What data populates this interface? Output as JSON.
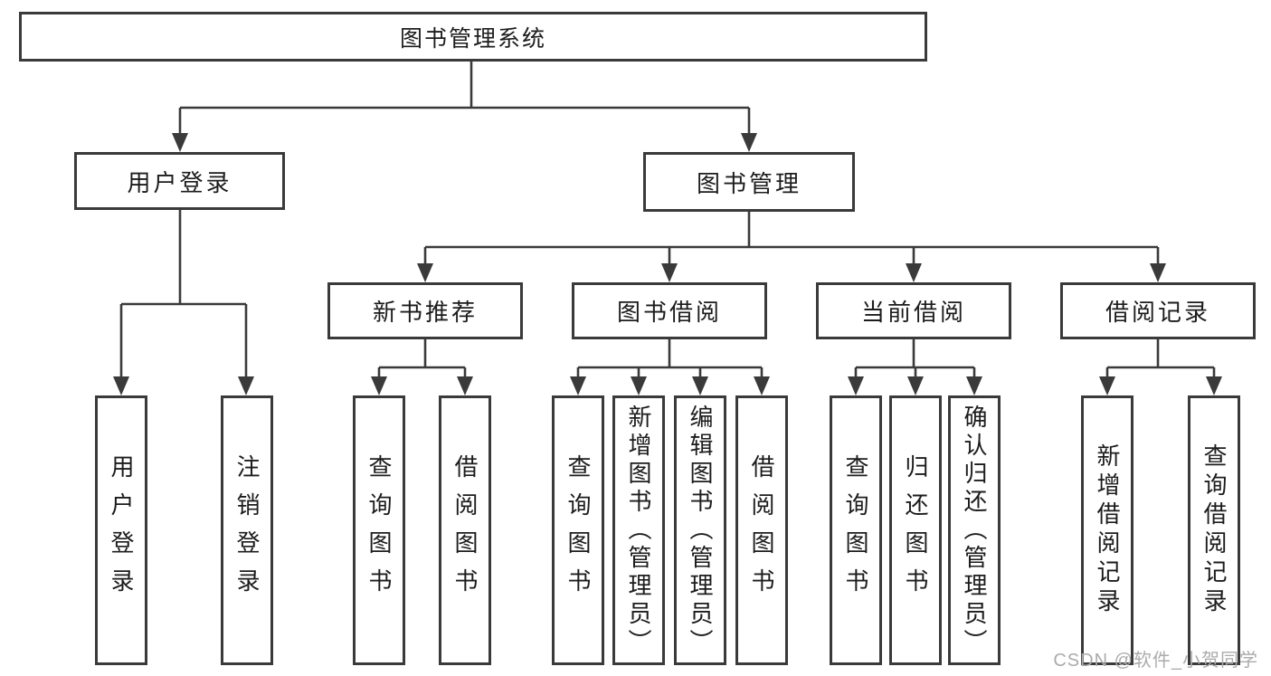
{
  "colors": {
    "line": "#3a3a3a",
    "box_border": "#3a3a3a",
    "text": "#1c1c1c",
    "watermark": "#ababab",
    "background": "#ffffff"
  },
  "diagram": {
    "root": {
      "label": "图书管理系统"
    },
    "branches": {
      "user_login": {
        "label": "用户登录",
        "children": {
          "login": "用户登录",
          "logout": "注销登录"
        }
      },
      "book_management": {
        "label": "图书管理",
        "children": {
          "new_book_recommend": {
            "label": "新书推荐",
            "children": {
              "query": "查询图书",
              "borrow": "借阅图书"
            }
          },
          "book_borrow": {
            "label": "图书借阅",
            "children": {
              "query": "查询图书",
              "add": "新增图书（管理员）",
              "edit": "编辑图书（管理员）",
              "borrow": "借阅图书"
            }
          },
          "current_borrow": {
            "label": "当前借阅",
            "children": {
              "query": "查询图书",
              "return": "归还图书",
              "confirm": "确认归还（管理员）"
            }
          },
          "borrow_records": {
            "label": "借阅记录",
            "children": {
              "add": "新增借阅记录",
              "query": "查询借阅记录"
            }
          }
        }
      }
    }
  },
  "watermark": {
    "text": "CSDN @软件_小贺同学"
  }
}
